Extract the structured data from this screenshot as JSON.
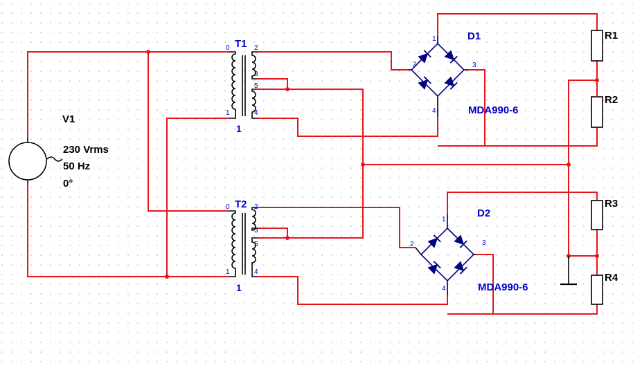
{
  "colors": {
    "wire": "#e8141b",
    "component": "#000000",
    "label_blue": "#0000cc",
    "background": "#ffffff",
    "grid_dot": "#aaaaaa"
  },
  "source": {
    "name": "V1",
    "voltage": "230 Vrms",
    "frequency": "50 Hz",
    "phase": "0°"
  },
  "transformers": [
    {
      "name": "T1",
      "primary_num": "1",
      "pins": [
        "0",
        "2",
        "3",
        "5",
        "1",
        "4"
      ]
    },
    {
      "name": "T2",
      "primary_num": "1",
      "pins": [
        "0",
        "2",
        "3",
        "5",
        "1",
        "4"
      ]
    }
  ],
  "bridges": [
    {
      "name": "D1",
      "part": "MDA990-6",
      "pins": [
        "1",
        "2",
        "3",
        "4"
      ]
    },
    {
      "name": "D2",
      "part": "MDA990-6",
      "pins": [
        "1",
        "2",
        "3",
        "4"
      ]
    }
  ],
  "resistors": [
    "R1",
    "R2",
    "R3",
    "R4"
  ],
  "icons": [
    "ac-source-icon",
    "transformer-icon",
    "diode-bridge-icon",
    "resistor-icon",
    "ground-icon",
    "junction-dot-icon"
  ]
}
